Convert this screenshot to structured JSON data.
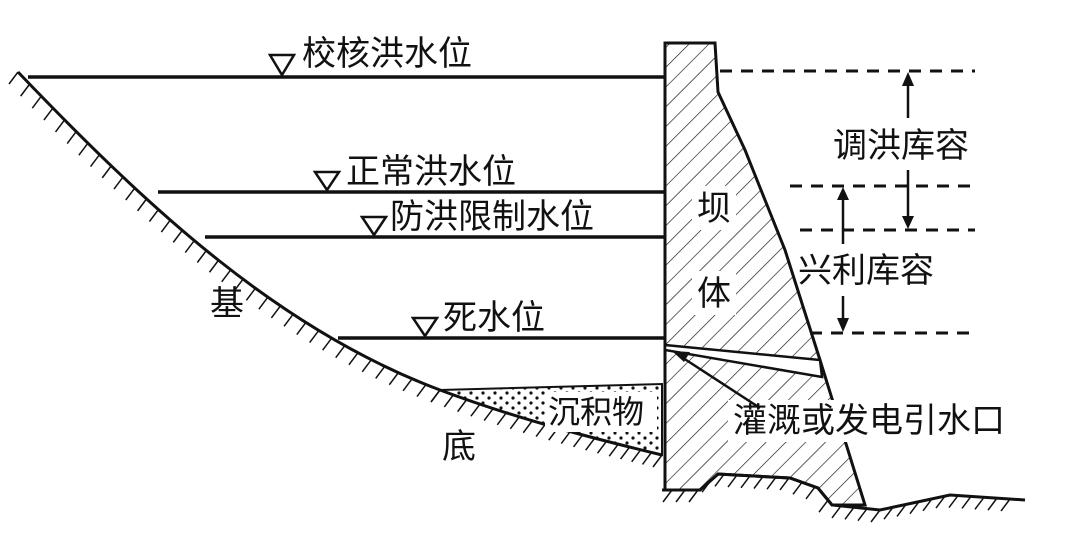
{
  "labels": {
    "check_flood_level": "校核洪水位",
    "normal_water_level": "正常洪水位",
    "flood_limit_level": "防洪限制水位",
    "dead_water_level": "死水位",
    "dam_body_1": "坝",
    "dam_body_2": "体",
    "foundation_1": "基",
    "foundation_2": "底",
    "sediment": "沉积物",
    "flood_storage": "调洪库容",
    "beneficial_storage": "兴利库容",
    "outlet": "灌溉或发电引水口"
  },
  "colors": {
    "line": "#111111",
    "background": "#ffffff"
  }
}
